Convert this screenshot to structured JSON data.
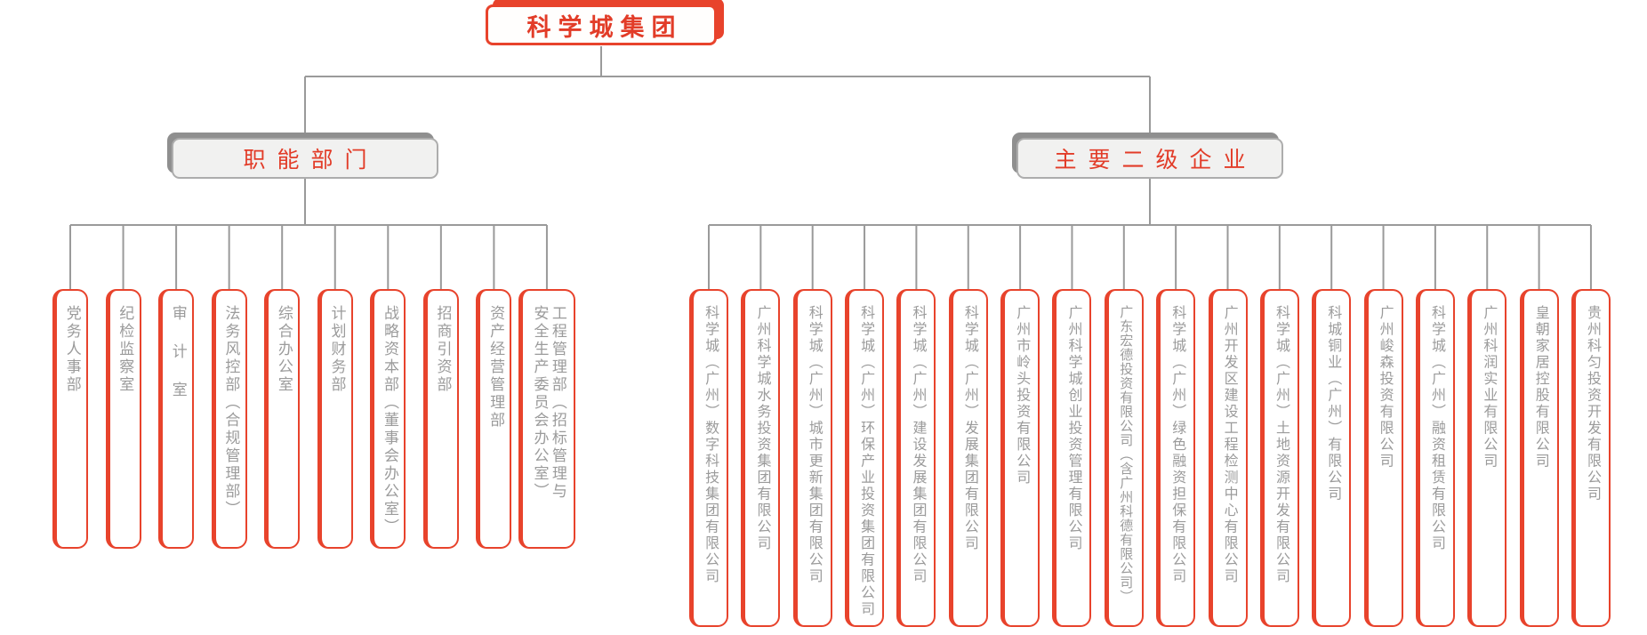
{
  "root": {
    "title": "科学城集团"
  },
  "branches": {
    "departments": {
      "label": "职能部门",
      "items": [
        {
          "text": "党务人事部"
        },
        {
          "text": "纪检监察室"
        },
        {
          "text": "审计室",
          "spread": true
        },
        {
          "text": "法务风控部（合规管理部）"
        },
        {
          "text": "综合办公室"
        },
        {
          "text": "计划财务部"
        },
        {
          "text": "战略资本部（董事会办公室）"
        },
        {
          "text": "招商引资部"
        },
        {
          "text": "资产经营管理部"
        },
        {
          "text": "工程管理部（招标管理与安全生产委员会办公室）",
          "wide": true
        }
      ]
    },
    "companies": {
      "label": "主要二级企业",
      "items": [
        {
          "text": "科学城（广州）数字科技集团有限公司"
        },
        {
          "text": "广州科学城水务投资集团有限公司"
        },
        {
          "text": "科学城（广州）城市更新集团有限公司"
        },
        {
          "text": "科学城（广州）环保产业投资集团有限公司"
        },
        {
          "text": "科学城（广州）建设发展集团有限公司"
        },
        {
          "text": "科学城（广州）发展集团有限公司"
        },
        {
          "text": "广州市岭头投资有限公司"
        },
        {
          "text": "广州科学城创业投资管理有限公司"
        },
        {
          "text": "广东宏德投资有限公司（含广州科德有限公司）",
          "compact": true
        },
        {
          "text": "科学城（广州）绿色融资担保有限公司"
        },
        {
          "text": "广州开发区建设工程检测中心有限公司"
        },
        {
          "text": "科学城（广州）土地资源开发有限公司"
        },
        {
          "text": "科城铜业（广州）有限公司"
        },
        {
          "text": "广州峻森投资有限公司"
        },
        {
          "text": "科学城（广州）融资租赁有限公司"
        },
        {
          "text": "广州科润实业有限公司"
        },
        {
          "text": "皇朝家居控股有限公司"
        },
        {
          "text": "贵州科匀投资开发有限公司"
        }
      ]
    }
  },
  "colors": {
    "accent_red": "#e8432c",
    "title_red": "#e23c28",
    "node_text_gray": "#9b9b9b",
    "connector_gray": "#9a9a9a",
    "header_fill": "#f1f1f0",
    "header_shadow": "#8f8f8f"
  }
}
